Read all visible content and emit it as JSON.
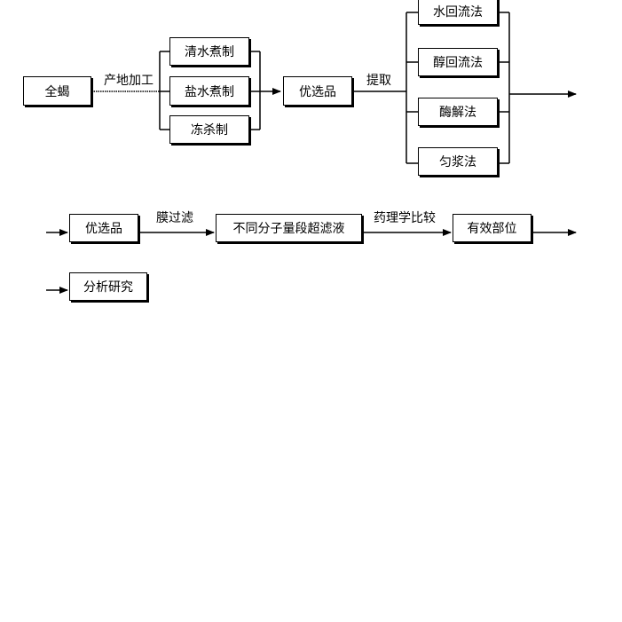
{
  "row1": {
    "start": "全蝎",
    "process_label": "产地加工",
    "methods": [
      "清水煮制",
      "盐水煮制",
      "冻杀制"
    ],
    "selected": "优选品",
    "extract_label": "提取",
    "extractions": [
      "水回流法",
      "醇回流法",
      "酶解法",
      "匀浆法"
    ]
  },
  "row2": {
    "selected": "优选品",
    "membrane_label": "膜过滤",
    "filtrate": "不同分子量段超滤液",
    "pharm_label": "药理学比较",
    "result": "有效部位"
  },
  "row3": {
    "analysis": "分析研究"
  }
}
